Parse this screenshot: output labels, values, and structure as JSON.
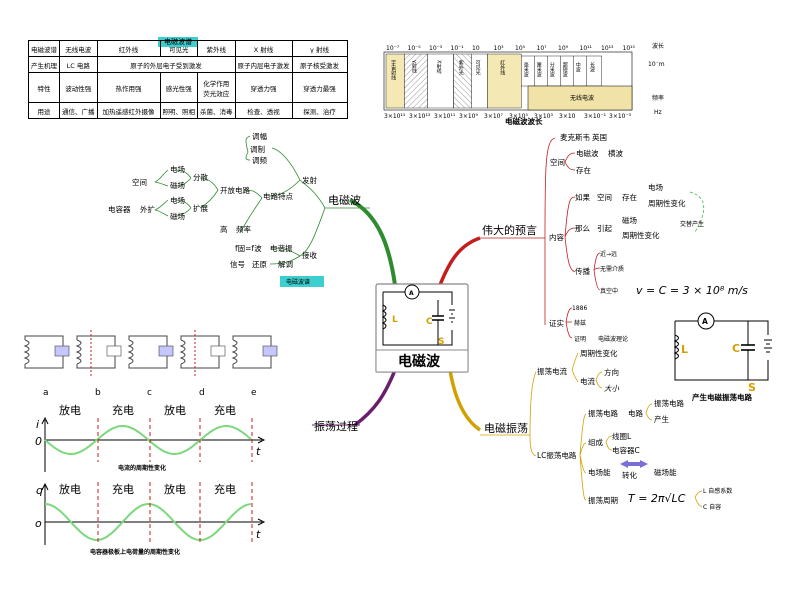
{
  "table": {
    "title": "电磁波谱",
    "rows": [
      [
        "电磁波谱",
        "无线电波",
        "红外线",
        "可见光",
        "紫外线",
        "X 射线",
        "γ 射线"
      ],
      [
        "产生机理",
        "LC 电路",
        "原子的外层电子受到激发",
        "原子内层电子激发",
        "原子核受激发"
      ],
      [
        "特性",
        "波动性强",
        "热作用强",
        "感光性强",
        "化学作用 荧光效应",
        "穿透力强",
        "穿透力最强"
      ],
      [
        "用途",
        "通信、广播",
        "加热遥感红外摄像",
        "照明、照相",
        "杀菌、消毒",
        "检查、透视",
        "探测、治疗"
      ]
    ]
  },
  "spectrum": {
    "top_ticks": [
      "10⁻⁷",
      "10⁻⁵",
      "10⁻³",
      "10⁻¹",
      "10",
      "10³",
      "10⁵",
      "10⁷",
      "10⁹",
      "10¹¹",
      "10¹³",
      "10¹⁵"
    ],
    "bottom_ticks": [
      "3×10¹⁵",
      "3×10¹³",
      "3×10¹¹",
      "3×10⁹",
      "3×10⁷",
      "3×10⁵",
      "3×10³",
      "3×10",
      "3×10⁻¹",
      "3×10⁻³"
    ],
    "bands": [
      "宇宙射线",
      "γ射线",
      "X射线",
      "紫外光",
      "可见光",
      "红外线",
      "毫米波",
      "厘米波",
      "分米波",
      "超短波",
      "中波",
      "长波"
    ],
    "radio_label": "无线电波",
    "wavelength_unit_a": "波长",
    "wavelength_unit_b": "10⁻m",
    "frequency_unit_a": "频率",
    "frequency_unit_b": "Hz",
    "caption": "电磁波波长"
  },
  "center": {
    "title": "电磁波",
    "ammeter": "A",
    "L": "L",
    "C": "C",
    "S": "S"
  },
  "left_branch": {
    "main": "电磁波",
    "launch": "发射",
    "modulate_group": [
      "调幅",
      "调制",
      "调频"
    ],
    "circuit_feature": "电路特点",
    "open_circuit": "开放电路",
    "space": "空间",
    "e_field": "电场",
    "b_field": "磁场",
    "scatter": "分散",
    "capacitor": "电容器",
    "outside": "外扩",
    "e_field2": "电场",
    "b_field2": "磁场",
    "expand": "扩展",
    "high": "高",
    "freq": "频率",
    "resonance_f": "f固=f波",
    "resonance": "电谐振",
    "receive": "接收",
    "signal": "信号",
    "restore": "还原",
    "demodulate": "解调",
    "spectrum_tag": "电磁波谱"
  },
  "right_top": {
    "main": "伟大的预言",
    "maxwell": "麦克斯韦",
    "uk": "英国",
    "space": "空间",
    "em_wave": "电磁波",
    "transverse": "横波",
    "exist": "存在",
    "content": "内容",
    "how": "如果",
    "space2": "空间",
    "exist2": "存在",
    "e_field": "电场",
    "periodic": "周期性变化",
    "alt": "交替产生",
    "then": "那么",
    "cause": "引起",
    "b_field": "磁场",
    "periodic2": "周期性变化",
    "spread": "传播",
    "near_far": "近→远",
    "no_medium": "无需介质",
    "vacuum": "真空中",
    "formula": "v = C = 3 × 10⁸ m/s",
    "proof": "证实",
    "year": "1886",
    "hertz": "赫兹",
    "prove": "证明",
    "theory": "电磁波理论"
  },
  "right_bottom": {
    "main": "电磁振荡",
    "osc_current": "振荡电流",
    "periodic": "周期性变化",
    "direction": "方向",
    "magnitude": "大小",
    "current": "电流",
    "lc_circuit": "LC振荡电路",
    "osc_circuit": "振荡电路",
    "circuit": "电路",
    "osc_circuit2": "振荡电路",
    "produce": "产生",
    "compose": "组成",
    "coil": "线圈L",
    "cap": "电容器C",
    "e_energy": "电场能",
    "convert": "转化",
    "b_energy": "磁场能",
    "period": "振荡周期",
    "period_formula": "T = 2π√LC",
    "L_note": "L  自感系数",
    "C_note": "C  自容"
  },
  "osc_circuit_caption": "产生电磁振荡电路",
  "oscillation": {
    "main": "振荡过程",
    "stages": [
      "a",
      "b",
      "c",
      "d",
      "e"
    ],
    "phases": [
      "放电",
      "充电",
      "放电",
      "充电"
    ],
    "graph1_axis_y": "i",
    "graph1_axis_x": "t",
    "graph1_origin": "0",
    "graph1_caption": "电流的周期性变化",
    "graph2_axis_y": "q",
    "graph2_axis_x": "t",
    "graph2_origin": "o",
    "graph2_caption": "电容器极板上电荷量的周期性变化"
  },
  "colors": {
    "branch_green": "#2e8b2e",
    "branch_red": "#c21e1e",
    "branch_purple": "#6a1f6e",
    "branch_gold": "#d4a000",
    "wave": "#3dbb3d",
    "tag_cyan": "#3ccfcf"
  }
}
